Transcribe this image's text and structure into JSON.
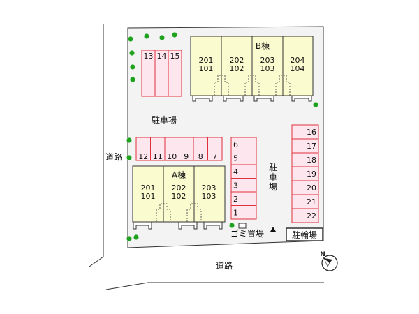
{
  "labels": {
    "road_west": "道路",
    "road_south": "道路",
    "parking_main": "駐車場",
    "parking_east_chars": [
      "駐",
      "車",
      "場"
    ],
    "garbage": "ゴミ置場",
    "bicycle": "駐輪場",
    "north": "N"
  },
  "building_b": {
    "name": "B棟",
    "units": [
      {
        "upper": "201",
        "lower": "101"
      },
      {
        "upper": "202",
        "lower": "102"
      },
      {
        "upper": "203",
        "lower": "103"
      },
      {
        "upper": "204",
        "lower": "104"
      }
    ]
  },
  "building_a": {
    "name": "A棟",
    "units": [
      {
        "upper": "201",
        "lower": "101"
      },
      {
        "upper": "202",
        "lower": "102"
      },
      {
        "upper": "203",
        "lower": "103"
      }
    ]
  },
  "parking": {
    "top_left": [
      "13",
      "14",
      "15"
    ],
    "middle_row": [
      "12",
      "11",
      "10",
      "9",
      "8",
      "7"
    ],
    "center_column": [
      "6",
      "5",
      "4",
      "3",
      "2",
      "1"
    ],
    "east_column": [
      "16",
      "17",
      "18",
      "19",
      "20",
      "21",
      "22"
    ]
  },
  "colors": {
    "building_fill": "#fbfbd0",
    "parking_fill": "#fde6ee",
    "parking_stroke": "#e0303c",
    "lot_fill": "#f3f3f3",
    "tree": "#1fa31f"
  }
}
